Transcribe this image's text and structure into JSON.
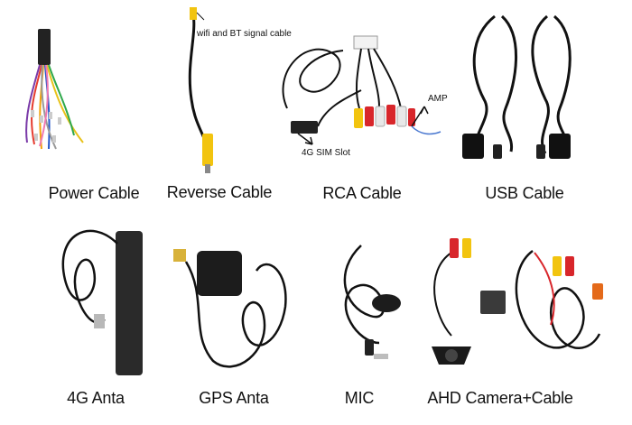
{
  "products": [
    {
      "caption": "Power Cable"
    },
    {
      "caption": "Reverse Cable"
    },
    {
      "caption": "RCA Cable"
    },
    {
      "caption": "USB Cable"
    },
    {
      "caption": "4G Anta"
    },
    {
      "caption": "GPS Anta"
    },
    {
      "caption": "MIC"
    },
    {
      "caption": "AHD Camera+Cable"
    }
  ],
  "annotations": {
    "wifi_bt": "wifi and BT signal cable",
    "amp": "AMP",
    "sim_slot": "4G SIM Slot"
  },
  "colors": {
    "background": "#ffffff",
    "cable": "#111111",
    "rca_red": "#d8262b",
    "rca_yellow": "#f2c40f",
    "rca_white": "#e8e8e8"
  }
}
